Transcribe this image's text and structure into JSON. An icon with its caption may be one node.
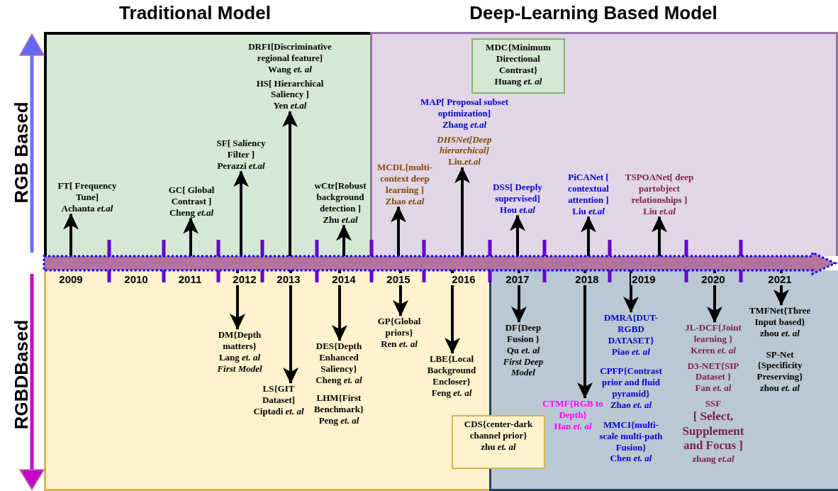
{
  "diagram": {
    "nodes": [
      {
        "text": [
          "Traditional Model"
        ]
      },
      {
        "text": [
          "Deep-Learning Based Model"
        ]
      },
      {
        "text": [],
        "shape": "box"
      },
      {
        "text": [],
        "shape": "box"
      },
      {
        "text": [],
        "shape": "bar"
      },
      {
        "text": [
          "DRFI[Discriminative regional feature]",
          "Wang *et. al*",
          "HS[ Hierarchical Saliency ]",
          "Yen *et.al*"
        ],
        "in": 0
      },
      {
        "text": [
          "SF[ Saliency Filter ]",
          "Perazzi *et.al*"
        ],
        "in": 0
      },
      {
        "text": [
          "FT[ Frequency Tune]",
          "Achanta *et.al*"
        ],
        "in": 0
      },
      {
        "text": [
          "GC[ Global Contrast ]",
          "Cheng *et.al*"
        ],
        "in": 0
      },
      {
        "text": [
          "wCtr[Robust background detection ]",
          "Zhu *et.al*"
        ],
        "in": 0
      },
      {
        "text": [
          "MDC{Minimum Directional Contrast}",
          "Huang *et. al*"
        ],
        "in": 1
      },
      {
        "text": [
          "MAP[ Proposal subset optimization]",
          "Zhang *et.al*",
          "DHSNet[Deep hierarchical]",
          "Liu.*et.al*"
        ],
        "in": 1
      },
      {
        "text": [
          "MCDL[multi-context deep learning ]",
          "Zhao *et.al*"
        ],
        "in": 1
      },
      {
        "text": [
          "DSS[ Deeply supervised]",
          "Hou *et.al*"
        ],
        "in": 1
      },
      {
        "text": [
          "PiCANet [ contextual attention ]",
          "Liu *et.al*"
        ],
        "in": 1
      },
      {
        "text": [
          "TSPOANet[ deep partobject relationships ]",
          "Liu *et.al*"
        ],
        "in": 1
      },
      {
        "text": [
          "DM{Depth matters}",
          "Lang *et. al*",
          "First Model"
        ],
        "in": 2
      },
      {
        "text": [
          "LS{GIT Dataset]",
          "Ciptadi *et. al*"
        ],
        "in": 2
      },
      {
        "text": [
          "DES{Depth Enhanced Saliency}",
          "Cheng *et. al*",
          "LHM{First Benchmark}",
          "Peng *et. al*"
        ],
        "in": 2
      },
      {
        "text": [
          "GP{Global priors}",
          "Ren *et. al*"
        ],
        "in": 2
      },
      {
        "text": [
          "LBE{Local Background Encloser}",
          "Feng *et. al*"
        ],
        "in": 2
      },
      {
        "text": [
          "CDS{center-dark channel prior}",
          "zhu *et. al*"
        ]
      },
      {
        "text": [
          "DF{Deep Fusion }",
          "Qu *et. al*",
          "First Deep Model"
        ],
        "in": 3
      },
      {
        "text": [
          "CTMF{RGB to Depth}",
          "Han *et. al*"
        ],
        "in": 3
      },
      {
        "text": [
          "DMRA{DUT-RGBD DATASET}",
          "Piao *et. al*",
          "CPFP{Contrast prior and fluid pyramid}",
          "Zhao *et. al*",
          "MMCI{multi-scale multi-path Fusion}",
          "Chen *et. al*"
        ],
        "in": 3
      },
      {
        "text": [
          "JL-DCF{Joint learning }",
          "Keren *et. al*",
          "D3-NET{SIP Dataset }",
          "Fan *et. al*",
          "SSF",
          "[ Select, Supplement and Focus ]",
          "zhang *et.al*"
        ],
        "in": 3
      },
      {
        "text": [
          "TMFNet{Three Input based}",
          "zhou *et. al*",
          "SP-Net {Specificity Preserving}",
          "zhou *et. al*"
        ],
        "in": 3
      }
    ],
    "edges": [
      {
        "from": 4,
        "to": 7,
        "arrow": "to"
      },
      {
        "from": 4,
        "to": 8,
        "arrow": "to"
      },
      {
        "from": 4,
        "to": 6,
        "arrow": "to"
      },
      {
        "from": 4,
        "to": 5,
        "arrow": "to"
      },
      {
        "from": 4,
        "to": 9,
        "arrow": "to"
      },
      {
        "from": 4,
        "to": 12,
        "arrow": "to"
      },
      {
        "from": 4,
        "to": 11,
        "arrow": "to"
      },
      {
        "from": 4,
        "to": 13,
        "arrow": "to"
      },
      {
        "from": 4,
        "to": 14,
        "arrow": "to"
      },
      {
        "from": 4,
        "to": 15,
        "arrow": "to"
      },
      {
        "from": 4,
        "to": 16,
        "arrow": "to"
      },
      {
        "from": 4,
        "to": 17,
        "arrow": "to"
      },
      {
        "from": 4,
        "to": 18,
        "arrow": "to"
      },
      {
        "from": 4,
        "to": 19,
        "arrow": "to"
      },
      {
        "from": 4,
        "to": 20,
        "arrow": "to"
      },
      {
        "from": 4,
        "to": 22,
        "arrow": "to"
      },
      {
        "from": 4,
        "to": 23,
        "arrow": "to"
      },
      {
        "from": 4,
        "to": 24,
        "arrow": "to"
      },
      {
        "from": 4,
        "to": 25,
        "arrow": "to"
      },
      {
        "from": 4,
        "to": 26,
        "arrow": "to"
      }
    ],
    "labels": [
      "RGB Based",
      "RGBDBased",
      "2009",
      "2010",
      "2011",
      "2012",
      "2013",
      "2014",
      "2015",
      "2016",
      "2017",
      "2018",
      "2019",
      "2020",
      "2021"
    ]
  }
}
